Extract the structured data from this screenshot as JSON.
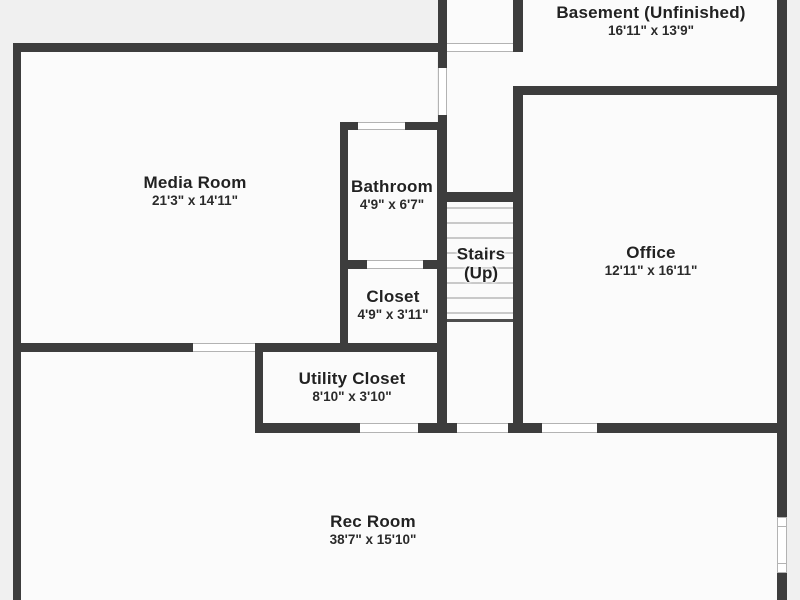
{
  "colors": {
    "wall": "#3d3d3d",
    "outside": "#f0f0f0",
    "floor": "#fbfbfb",
    "tread": "#c9c9c9",
    "stair_edge": "#4d4d4d",
    "opening_line": "#b3b3b3",
    "label": "#222222"
  },
  "rooms": [
    {
      "id": "basement",
      "name": "Basement (Unfinished)",
      "dims": "16'11\" x 13'9\""
    },
    {
      "id": "media",
      "name": "Media Room",
      "dims": "21'3\" x 14'11\""
    },
    {
      "id": "bathroom",
      "name": "Bathroom",
      "dims": "4'9\" x 6'7\""
    },
    {
      "id": "stairs",
      "name": "Stairs",
      "dims": "(Up)"
    },
    {
      "id": "office",
      "name": "Office",
      "dims": "12'11\" x 16'11\""
    },
    {
      "id": "closet",
      "name": "Closet",
      "dims": "4'9\" x 3'11\""
    },
    {
      "id": "utility",
      "name": "Utility Closet",
      "dims": "8'10\" x 3'10\""
    },
    {
      "id": "rec",
      "name": "Rec Room",
      "dims": "38'7\" x 15'10\""
    }
  ]
}
